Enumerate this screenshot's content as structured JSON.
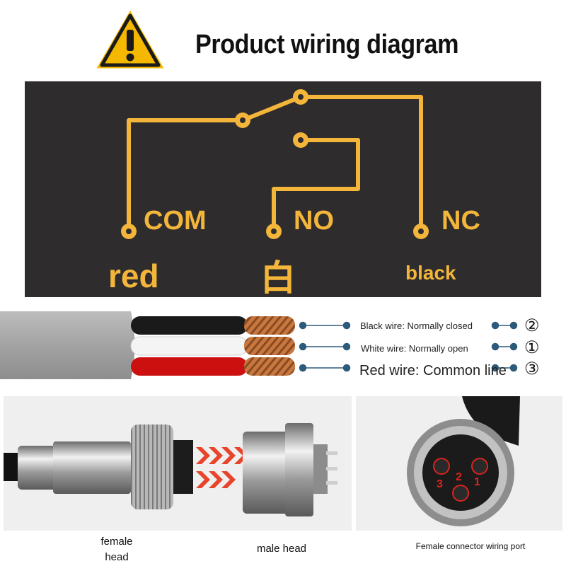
{
  "header": {
    "title": "Product wiring diagram",
    "warning_icon": "warning-triangle-icon"
  },
  "schematic": {
    "terminals": [
      {
        "label": "COM",
        "wire_color": "red"
      },
      {
        "label": "NO",
        "wire_color": "白"
      },
      {
        "label": "NC",
        "wire_color": "black"
      }
    ],
    "line_color": "#f3b53a",
    "background": "#2e2c2d"
  },
  "cable": {
    "wires": [
      {
        "description": "Black wire: Normally closed",
        "pin": "②",
        "color": "#1a1a1a"
      },
      {
        "description": "White wire: Normally open",
        "pin": "①",
        "color": "#f4f4f4"
      },
      {
        "description": "Red wire: Common line",
        "pin": "③",
        "color": "#cc1010"
      }
    ],
    "jacket_color": "#a9a9a9",
    "copper_color": "#c8773f",
    "dot_color": "#2d5a7a"
  },
  "photos": {
    "female_label": "female\nhead",
    "male_label": "male head",
    "port_label": "Female connector wiring port",
    "port_pins": [
      "3",
      "2",
      "1"
    ]
  }
}
